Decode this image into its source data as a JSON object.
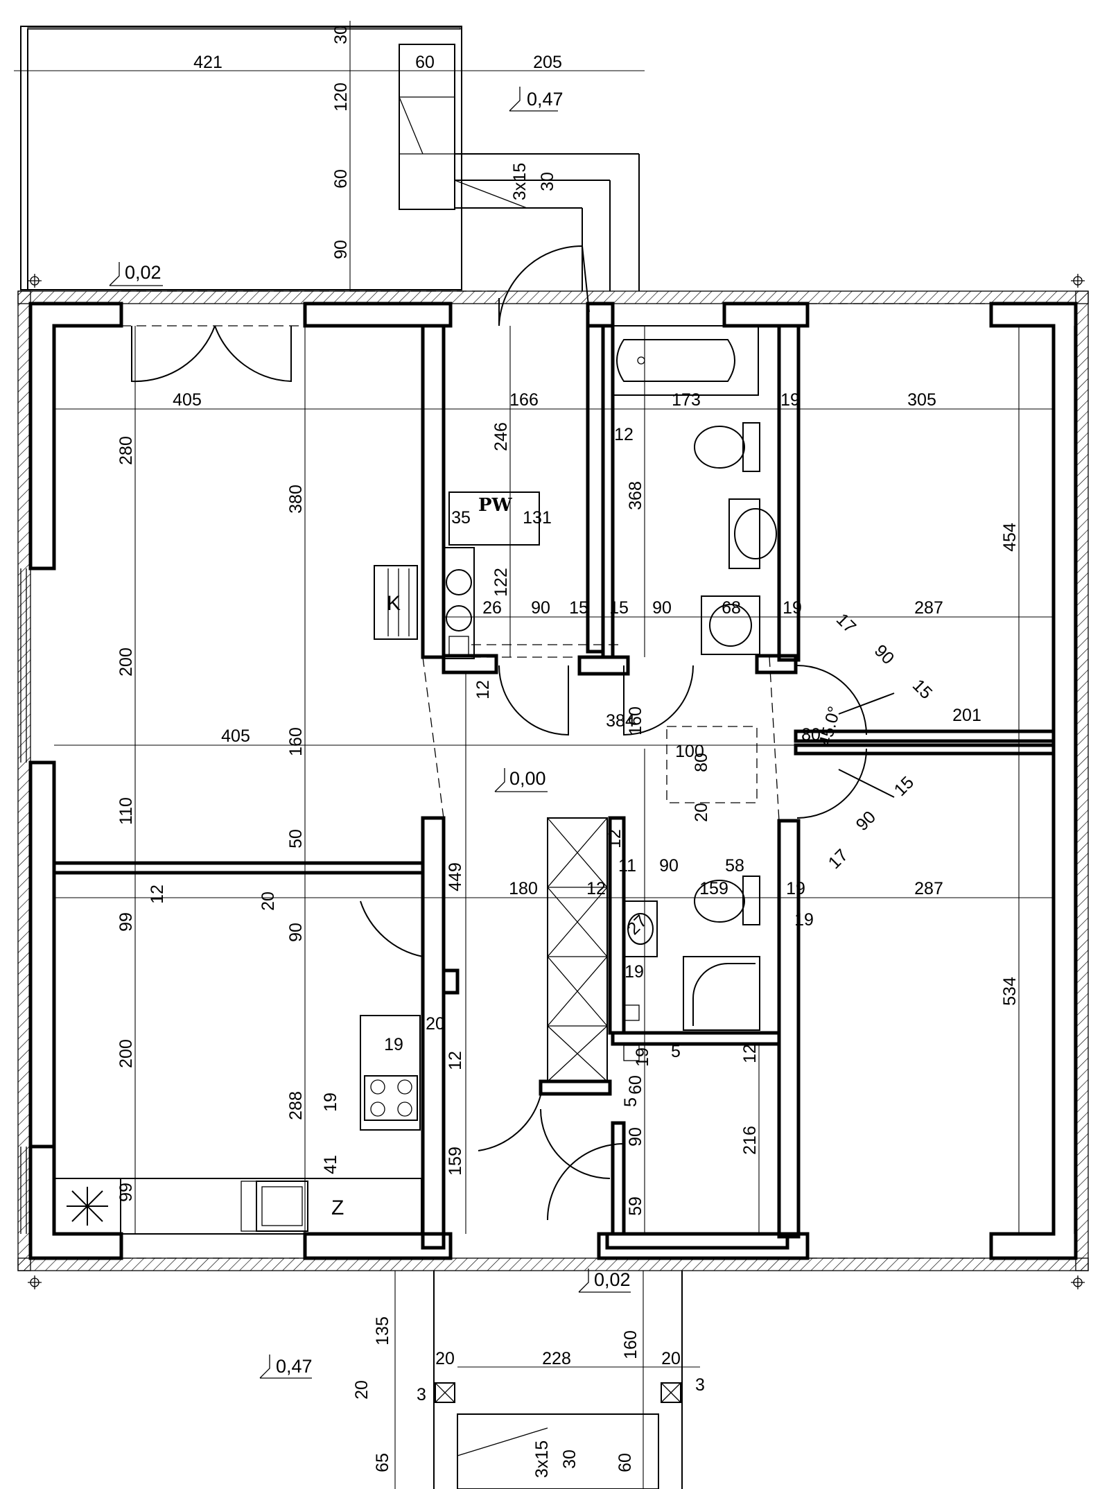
{
  "dimensions": [
    {
      "id": "d1",
      "text": "421"
    },
    {
      "id": "d2",
      "text": "60"
    },
    {
      "id": "d3",
      "text": "205"
    },
    {
      "id": "d4",
      "text": "30"
    },
    {
      "id": "d5",
      "text": "120"
    },
    {
      "id": "d6",
      "text": "60"
    },
    {
      "id": "d7",
      "text": "90"
    },
    {
      "id": "d8",
      "text": "3x15"
    },
    {
      "id": "d9",
      "text": "30"
    },
    {
      "id": "d10",
      "text": "405"
    },
    {
      "id": "d11",
      "text": "166"
    },
    {
      "id": "d12",
      "text": "173"
    },
    {
      "id": "d13",
      "text": "19"
    },
    {
      "id": "d14",
      "text": "305"
    },
    {
      "id": "d15",
      "text": "12"
    },
    {
      "id": "d16",
      "text": "280"
    },
    {
      "id": "d17",
      "text": "380"
    },
    {
      "id": "d18",
      "text": "246"
    },
    {
      "id": "d19",
      "text": "368"
    },
    {
      "id": "d20",
      "text": "454"
    },
    {
      "id": "d21",
      "text": "35"
    },
    {
      "id": "d22",
      "text": "131"
    },
    {
      "id": "d23",
      "text": "122"
    },
    {
      "id": "d24",
      "text": "26"
    },
    {
      "id": "d25",
      "text": "90"
    },
    {
      "id": "d26",
      "text": "15"
    },
    {
      "id": "d27",
      "text": "15"
    },
    {
      "id": "d28",
      "text": "90"
    },
    {
      "id": "d29",
      "text": "68"
    },
    {
      "id": "d30",
      "text": "19"
    },
    {
      "id": "d31",
      "text": "287"
    },
    {
      "id": "d32",
      "text": "17"
    },
    {
      "id": "d33",
      "text": "90"
    },
    {
      "id": "d34",
      "text": "15"
    },
    {
      "id": "d35",
      "text": "200"
    },
    {
      "id": "d36",
      "text": "12"
    },
    {
      "id": "d37",
      "text": "384"
    },
    {
      "id": "d38",
      "text": "160"
    },
    {
      "id": "d39",
      "text": "405"
    },
    {
      "id": "d40",
      "text": "160"
    },
    {
      "id": "d41",
      "text": "100"
    },
    {
      "id": "d42",
      "text": "80"
    },
    {
      "id": "d43",
      "text": "80"
    },
    {
      "id": "d44",
      "text": "45.0°"
    },
    {
      "id": "d45",
      "text": "201"
    },
    {
      "id": "d46",
      "text": "20"
    },
    {
      "id": "d47",
      "text": "15"
    },
    {
      "id": "d48",
      "text": "90"
    },
    {
      "id": "d49",
      "text": "17"
    },
    {
      "id": "d50",
      "text": "110"
    },
    {
      "id": "d51",
      "text": "50"
    },
    {
      "id": "d52",
      "text": "12"
    },
    {
      "id": "d53",
      "text": "11"
    },
    {
      "id": "d54",
      "text": "90"
    },
    {
      "id": "d55",
      "text": "58"
    },
    {
      "id": "d56",
      "text": "12"
    },
    {
      "id": "d57",
      "text": "449"
    },
    {
      "id": "d58",
      "text": "20"
    },
    {
      "id": "d59",
      "text": "180"
    },
    {
      "id": "d60",
      "text": "12"
    },
    {
      "id": "d61",
      "text": "159"
    },
    {
      "id": "d62",
      "text": "19"
    },
    {
      "id": "d63",
      "text": "287"
    },
    {
      "id": "d64",
      "text": "19"
    },
    {
      "id": "d65",
      "text": "99"
    },
    {
      "id": "d66",
      "text": "90"
    },
    {
      "id": "d67",
      "text": "27"
    },
    {
      "id": "d68",
      "text": "19"
    },
    {
      "id": "d69",
      "text": "534"
    },
    {
      "id": "d70",
      "text": "20"
    },
    {
      "id": "d71",
      "text": "19"
    },
    {
      "id": "d72",
      "text": "12"
    },
    {
      "id": "d73",
      "text": "12"
    },
    {
      "id": "d74",
      "text": "5"
    },
    {
      "id": "d75",
      "text": "19"
    },
    {
      "id": "d76",
      "text": "60"
    },
    {
      "id": "d77",
      "text": "5"
    },
    {
      "id": "d78",
      "text": "200"
    },
    {
      "id": "d79",
      "text": "288"
    },
    {
      "id": "d80",
      "text": "19"
    },
    {
      "id": "d81",
      "text": "90"
    },
    {
      "id": "d82",
      "text": "216"
    },
    {
      "id": "d83",
      "text": "41"
    },
    {
      "id": "d84",
      "text": "159"
    },
    {
      "id": "d85",
      "text": "99"
    },
    {
      "id": "d86",
      "text": "59"
    },
    {
      "id": "d87",
      "text": "135"
    },
    {
      "id": "d88",
      "text": "160"
    },
    {
      "id": "d89",
      "text": "20"
    },
    {
      "id": "d90",
      "text": "228"
    },
    {
      "id": "d91",
      "text": "20"
    },
    {
      "id": "d92",
      "text": "20"
    },
    {
      "id": "d93",
      "text": "3"
    },
    {
      "id": "d94",
      "text": "3"
    },
    {
      "id": "d95",
      "text": "65"
    },
    {
      "id": "d96",
      "text": "3x15"
    },
    {
      "id": "d97",
      "text": "30"
    },
    {
      "id": "d98",
      "text": "60"
    }
  ],
  "levels": [
    {
      "id": "l1",
      "text": "0,47"
    },
    {
      "id": "l2",
      "text": "0,02"
    },
    {
      "id": "l3",
      "text": "0,00"
    },
    {
      "id": "l4",
      "text": "0,02"
    },
    {
      "id": "l5",
      "text": "0,47"
    }
  ],
  "labels": {
    "pw": "PW",
    "k": "K",
    "z": "Z"
  }
}
